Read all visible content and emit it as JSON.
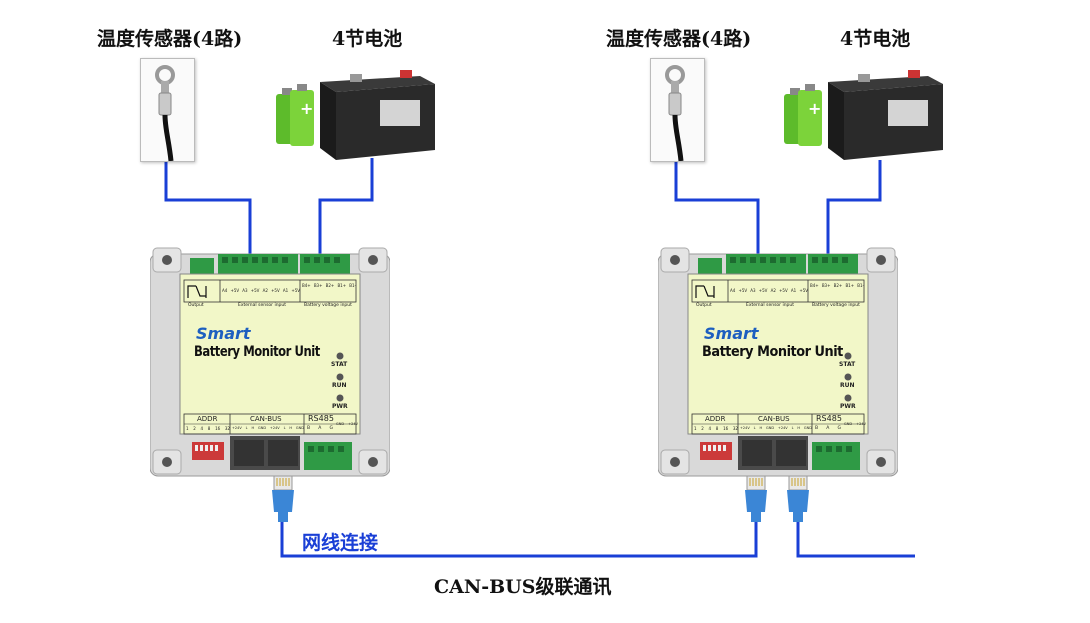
{
  "labels": {
    "sensor": "温度传感器(4路)",
    "battery": "4节电池",
    "network": "网线连接",
    "canbus": "CAN-BUS级联通讯"
  },
  "device": {
    "brand": "Smart",
    "name": "Battery Monitor Unit",
    "leds": [
      "STAT",
      "RUN",
      "PWR"
    ],
    "top_group_output": "Output",
    "top_group_sensor": "External sensor input",
    "top_group_battery": "Battery voltage input",
    "top_pins": [
      "A4",
      "+5V",
      "A3",
      "+5V",
      "A2",
      "+5V",
      "A1",
      "+5V"
    ],
    "battery_pins": [
      "B4+",
      "B3+",
      "B2+",
      "B1+",
      "B1-"
    ],
    "bottom_groups": [
      "ADDR",
      "CAN-BUS",
      "RS485"
    ],
    "addr_pins": [
      "1",
      "2",
      "4",
      "8",
      "16",
      "32"
    ],
    "can_pins": [
      "+24V",
      "L",
      "H",
      "GND",
      "+24V",
      "L",
      "H",
      "GND"
    ],
    "rs485_pins": [
      "B",
      "A",
      "G"
    ],
    "power_pins": [
      "GND",
      "+24V"
    ]
  },
  "colors": {
    "wire": "#1a3fd6",
    "panel": "#f2f7c8",
    "case": "#d9d9d9",
    "terminal": "#2f9a45",
    "brand": "#1d5fc0"
  }
}
